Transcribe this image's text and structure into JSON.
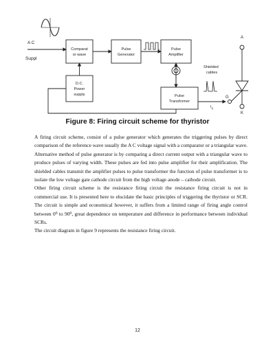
{
  "diagram": {
    "labels": {
      "ac": "A C",
      "suppl": "Suppl",
      "comparator_l1": "Comparat",
      "comparator_l2": "or wave",
      "pulse_gen_l1": "Pulse",
      "pulse_gen_l2": "Generator",
      "pulse_amp_l1": "Pulse",
      "pulse_amp_l2": "Amplifier",
      "dc_l1": "D.C.",
      "dc_l2": "Power",
      "dc_l3": "supply",
      "transformer_l1": "Pulse",
      "transformer_l2": "Transformer",
      "shielded_l1": "Shielded",
      "shielded_l2": "cables",
      "anode": "A",
      "cathode": "K",
      "gate": "G",
      "ig": "I",
      "ig_sub": "g"
    }
  },
  "caption": "Figure 8: Firing circuit scheme for thyristor",
  "paragraphs": [
    "A firing circuit scheme, consist of a pulse generator which generates the triggering pulses by direct comparison of the reference wave usually the A C voltage signal with a comparator or a triangular wave. Alternative method of pulse generator is by comparing a direct current output with a triangular wave to produce pulses of varying width. These pulses are fed into pulse amplifier for their amplification. The shielded cables transmit the amplifier pulses to pulse transformer the function of pulse transformer is to isolate the low voltage gate cathode circuit from the high voltage anode – cathode circuit.",
    "Other firing circuit scheme is the resistance firing circuit the resistance firing circuit is not in commercial use. It is presented here to elucidate the basic principles of triggering the thyristor or SCR. The circuit is simple and economical however, it suffers from a limited range of firing angle control between 0⁰ to 90⁰, great dependence on temperature and difference in performance between individual SCRs.",
    "The circuit diagram in figure 9  represents the resistance firing circuit."
  ],
  "page_number": "12"
}
